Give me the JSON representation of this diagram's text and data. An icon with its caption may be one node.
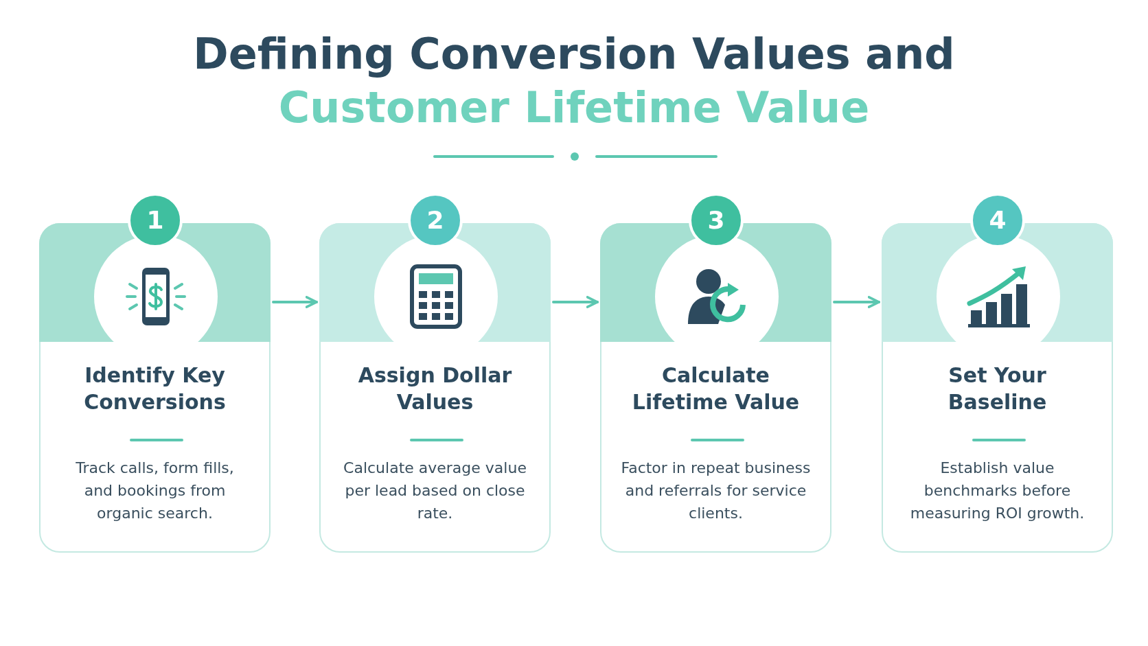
{
  "diagram": {
    "title": "Defining Conversion Values and Customer Lifetime Value",
    "nodes": [
      {
        "text": [
          "1",
          "Identify Key Conversions",
          "Track calls, form fills, and bookings from organic search."
        ]
      },
      {
        "text": [
          "2",
          "Assign Dollar Values",
          "Calculate average value per lead based on close rate."
        ]
      },
      {
        "text": [
          "3",
          "Calculate Lifetime Value",
          "Factor in repeat business and referrals for service clients."
        ]
      },
      {
        "text": [
          "4",
          "Set Your Baseline",
          "Establish value benchmarks before measuring ROI growth."
        ]
      }
    ],
    "edges": [
      {
        "from": 0,
        "to": 1,
        "arrow": "to"
      },
      {
        "from": 1,
        "to": 2,
        "arrow": "to"
      },
      {
        "from": 2,
        "to": 3,
        "arrow": "to"
      }
    ]
  }
}
